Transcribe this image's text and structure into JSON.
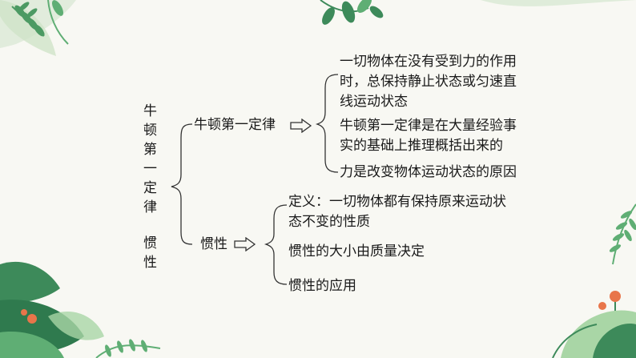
{
  "root_title_chars": [
    "牛",
    "顿",
    "第",
    "一",
    "定",
    "律"
  ],
  "inertia_title_chars": [
    "惯",
    "性"
  ],
  "branch_newton": "牛顿第一定律",
  "branch_inertia": "惯性",
  "newton_points": [
    [
      "一切物体在没有受到力的作用",
      "时，总保持静止状态或匀速直",
      "线运动状态"
    ],
    [
      "牛顿第一定律是在大量经验事",
      "实的基础上推理概括出来的"
    ],
    [
      "力是改变物体运动状态的原因"
    ]
  ],
  "inertia_points": [
    [
      "定义：一切物体都有保持原来运动状",
      "态不变的性质"
    ],
    [
      "惯性的大小由质量决定"
    ],
    [
      "惯性的应用"
    ]
  ],
  "colors": {
    "background": "#f8f8f3",
    "leaf_dark": "#3d8a5a",
    "leaf_mid": "#5fae74",
    "leaf_light": "#a9d6a6",
    "flower": "#e8754a"
  }
}
